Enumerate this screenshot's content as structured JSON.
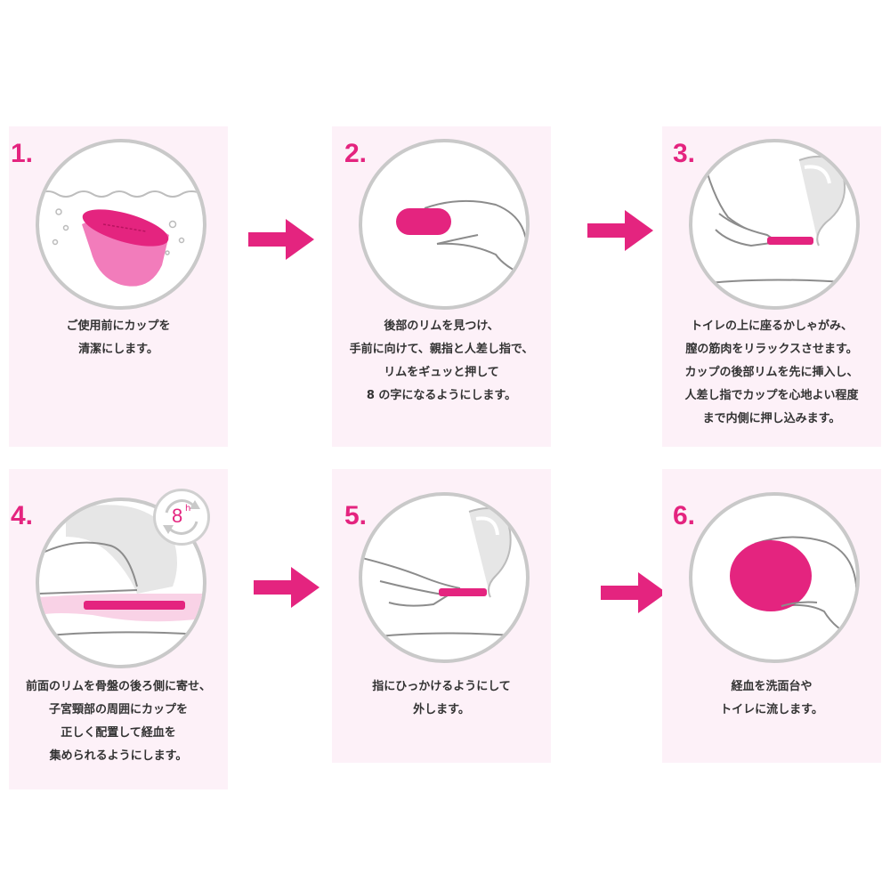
{
  "steps": [
    {
      "number": "1.",
      "caption": [
        "ご使用前にカップを",
        "清潔にします。"
      ]
    },
    {
      "number": "2.",
      "caption": [
        "後部のリムを見つけ、",
        "手前に向けて、親指と人差し指で、",
        "リムをギュッと押して",
        "8 の字になるようにします。"
      ]
    },
    {
      "number": "3.",
      "caption": [
        "トイレの上に座るかしゃがみ、",
        "膣の筋肉をリラックスさせます。",
        "カップの後部リムを先に挿入し、",
        "人差し指でカップを心地よい程度",
        "まで内側に押し込みます。"
      ]
    },
    {
      "number": "4.",
      "caption": [
        "前面のリムを骨盤の後ろ側に寄せ、",
        "子宮頸部の周囲にカップを",
        "正しく配置して経血を",
        "集められるようにします。"
      ],
      "badge": "8",
      "badge_unit": "h"
    },
    {
      "number": "5.",
      "caption": [
        "指にひっかけるようにして",
        "外します。"
      ]
    },
    {
      "number": "6.",
      "caption": [
        "経血を洗面台や",
        "トイレに流します。"
      ]
    }
  ],
  "colors": {
    "accent": "#e4247f",
    "panel_bg": "#fdf1f8",
    "circle_border": "#c9c9c9"
  },
  "icons": [
    "arrow-right-icon",
    "clock-refresh-icon"
  ]
}
